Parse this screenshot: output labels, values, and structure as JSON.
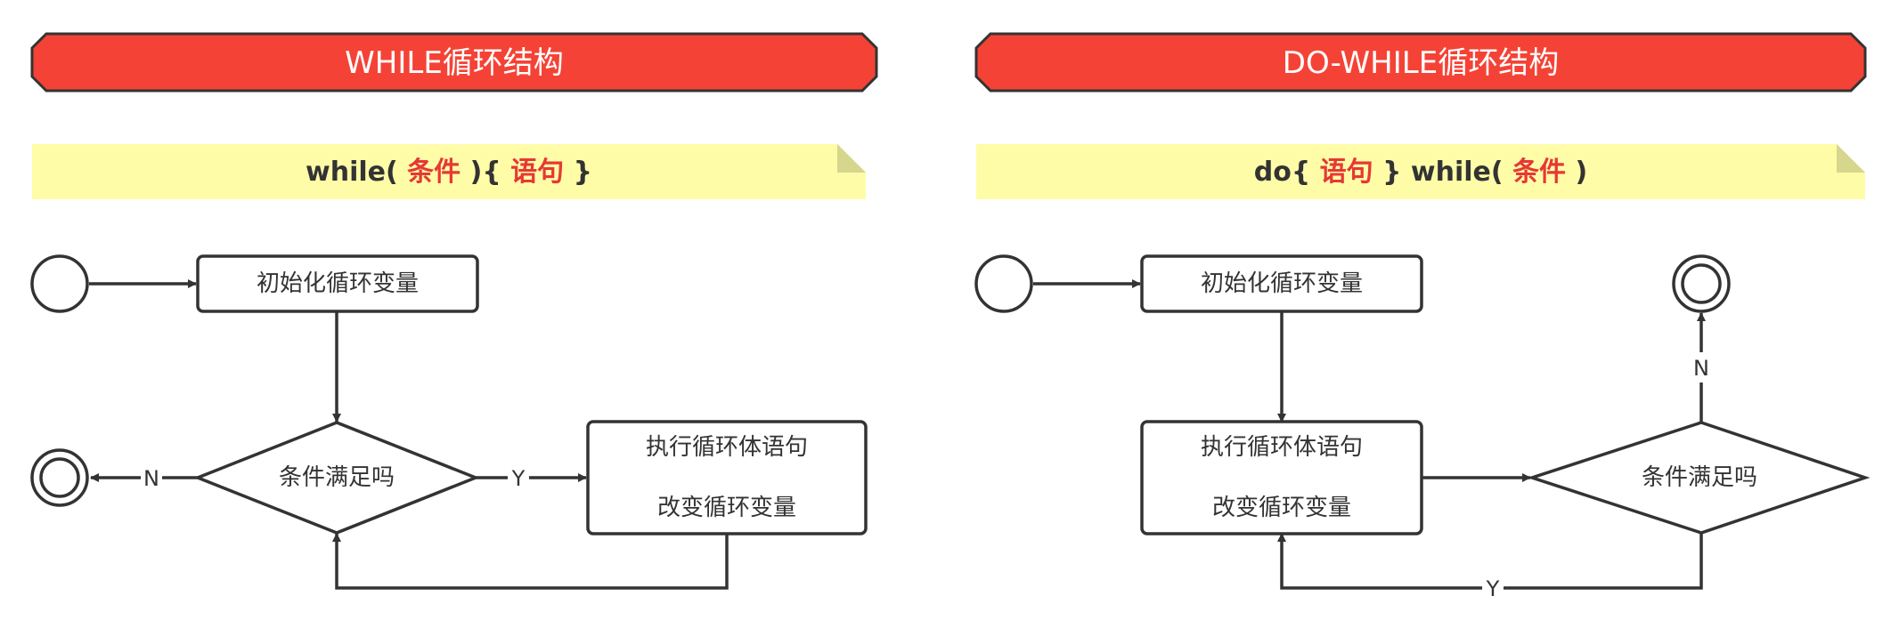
{
  "colors": {
    "banner_fill": "#f44336",
    "banner_stroke": "#333333",
    "banner_text": "#ffffff",
    "note_fill": "#fffca8",
    "note_fold": "#d6d68c",
    "code_text": "#333333",
    "code_highlight": "#e53935",
    "line": "#333333"
  },
  "panels": [
    {
      "id": "while",
      "title": "WHILE循环结构",
      "code": [
        {
          "text": "while( ",
          "highlight": false
        },
        {
          "text": "条件",
          "highlight": true
        },
        {
          "text": " ){ ",
          "highlight": false
        },
        {
          "text": "语句",
          "highlight": true
        },
        {
          "text": " }",
          "highlight": false
        }
      ],
      "nodes": {
        "init": "初始化循环变量",
        "condition": "条件满足吗",
        "body_line1": "执行循环体语句",
        "body_line2": "改变循环变量"
      },
      "edges": {
        "yes": "Y",
        "no": "N"
      }
    },
    {
      "id": "do-while",
      "title": "DO-WHILE循环结构",
      "code": [
        {
          "text": "do{ ",
          "highlight": false
        },
        {
          "text": "语句",
          "highlight": true
        },
        {
          "text": " } while( ",
          "highlight": false
        },
        {
          "text": "条件",
          "highlight": true
        },
        {
          "text": " )",
          "highlight": false
        }
      ],
      "nodes": {
        "init": "初始化循环变量",
        "condition": "条件满足吗",
        "body_line1": "执行循环体语句",
        "body_line2": "改变循环变量"
      },
      "edges": {
        "yes": "Y",
        "no": "N"
      }
    }
  ]
}
